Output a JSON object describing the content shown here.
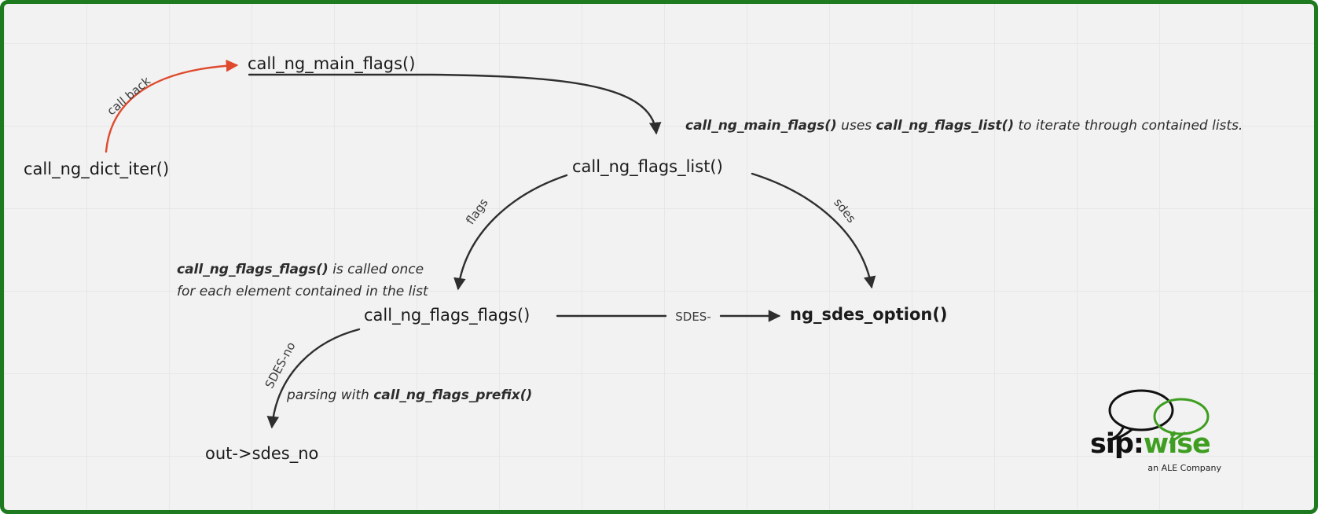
{
  "diagram": {
    "nodes": {
      "dict_iter": "call_ng_dict_iter()",
      "main_flags": "call_ng_main_flags()",
      "flags_list": "call_ng_flags_list()",
      "flags_flags": "call_ng_flags_flags()",
      "sdes_option": "ng_sdes_option()",
      "out_sdes_no": "out->sdes_no"
    },
    "edge_labels": {
      "call_back": "call back",
      "flags": "flags",
      "sdes": "sdes",
      "sdes_dash": "SDES-",
      "sdes_no": "SDES-no"
    },
    "notes": {
      "main": {
        "b1": "call_ng_main_flags()",
        "t1": " uses ",
        "b2": "call_ng_flags_list()",
        "t2": " to iterate through contained lists."
      },
      "flags": {
        "b1": "call_ng_flags_flags()",
        "t1": " is called once",
        "t2": "for each element contained in the list"
      },
      "prefix": {
        "t1": "parsing with ",
        "b1": "call_ng_flags_prefix()"
      }
    }
  },
  "logo": {
    "brand_black": "sip:",
    "brand_green": "wise",
    "tagline": "an ALE Company"
  },
  "colors": {
    "border": "#1e7a1f",
    "arrow_red": "#df4a2e",
    "arrow_black": "#2e2e2e",
    "logo_green": "#3f9e22"
  }
}
